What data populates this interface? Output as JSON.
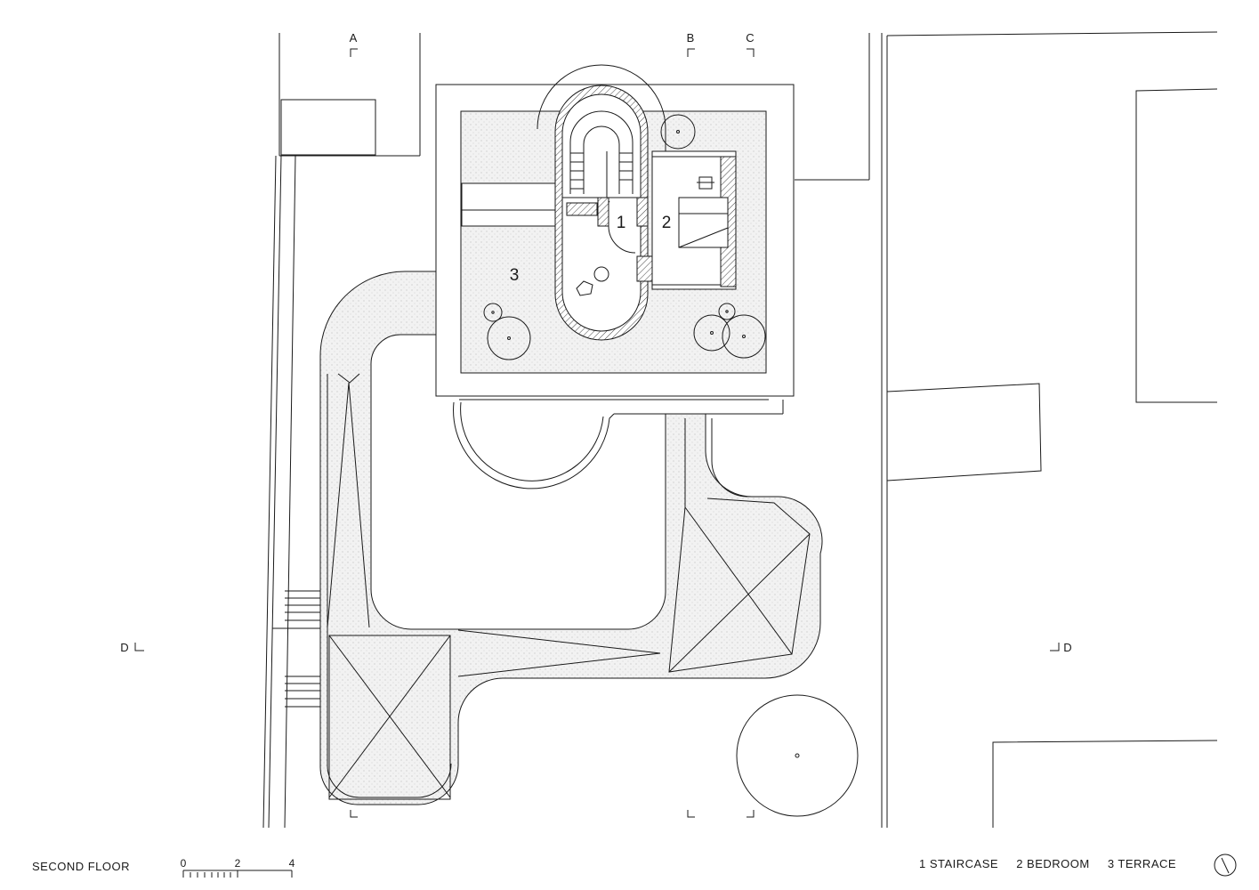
{
  "drawing": {
    "floor_title": "SECOND FLOOR",
    "rooms": [
      {
        "number": "1",
        "name": "STAIRCASE"
      },
      {
        "number": "2",
        "name": "BEDROOM"
      },
      {
        "number": "3",
        "name": "TERRACE"
      }
    ],
    "section_markers": {
      "a": "A",
      "b": "B",
      "c": "C",
      "d": "D"
    },
    "scale_bar": {
      "ticks": [
        "0",
        "2",
        "4"
      ]
    }
  },
  "legend": {
    "item1": "1 STAIRCASE",
    "item2": "2 BEDROOM",
    "item3": "3 TERRACE"
  },
  "colors": {
    "line": "#1a1a1a",
    "hatch": "#444444",
    "terrace_fill": "#f1f1f1"
  }
}
